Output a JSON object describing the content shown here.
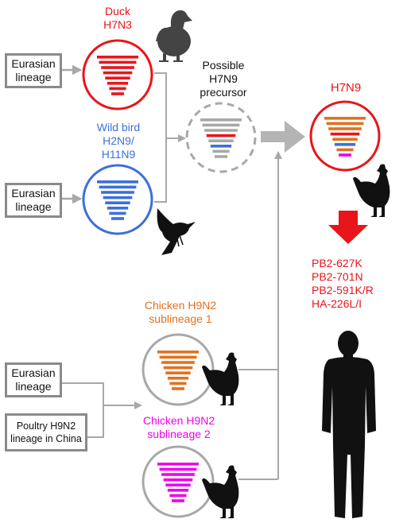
{
  "colors": {
    "red": "#e8151b",
    "blue": "#3b6fdc",
    "orange": "#e4701c",
    "magenta": "#ee00ee",
    "gray": "#a8a8a8",
    "arrow_gray": "#b4b4b4",
    "silhouette": "#111111"
  },
  "labels": {
    "duck": [
      "Duck",
      "H7N3"
    ],
    "wild_bird": [
      "Wild bird",
      "H2N9/",
      "H11N9"
    ],
    "precursor": [
      "Possible",
      "H7N9",
      "precursor"
    ],
    "h7n9": "H7N9",
    "chicken1": [
      "Chicken H9N2",
      "sublineage 1"
    ],
    "chicken2": [
      "Chicken H9N2",
      "sublineage 2"
    ],
    "mutations": [
      "PB2-627K",
      "PB2-701N",
      "PB2-591K/R",
      "HA-226L/I"
    ]
  },
  "boxes": {
    "eurasian_1": [
      "Eurasian",
      "lineage"
    ],
    "eurasian_2": [
      "Eurasian",
      "lineage"
    ],
    "eurasian_3": [
      "Eurasian",
      "lineage"
    ],
    "poultry_h9n2": [
      "Poultry H9N2",
      "lineage in China"
    ]
  },
  "icons": [
    "duck-icon",
    "bird-icon",
    "chicken-icon",
    "human-icon",
    "red-down-arrow-icon"
  ],
  "gene_segments": {
    "duck": [
      "red",
      "red",
      "red",
      "red",
      "red",
      "red",
      "red",
      "red"
    ],
    "wild_bird": [
      "blue",
      "blue",
      "blue",
      "blue",
      "blue",
      "blue",
      "blue",
      "blue"
    ],
    "precursor": [
      "gray",
      "gray",
      "gray",
      "red",
      "gray",
      "blue",
      "gray",
      "gray"
    ],
    "h7n9": [
      "orange",
      "orange",
      "orange",
      "red",
      "orange",
      "blue",
      "orange",
      "magenta"
    ],
    "chicken1": [
      "orange",
      "orange",
      "orange",
      "orange",
      "orange",
      "orange",
      "orange",
      "orange"
    ],
    "chicken2": [
      "magenta",
      "magenta",
      "magenta",
      "magenta",
      "magenta",
      "magenta",
      "magenta",
      "magenta"
    ]
  }
}
